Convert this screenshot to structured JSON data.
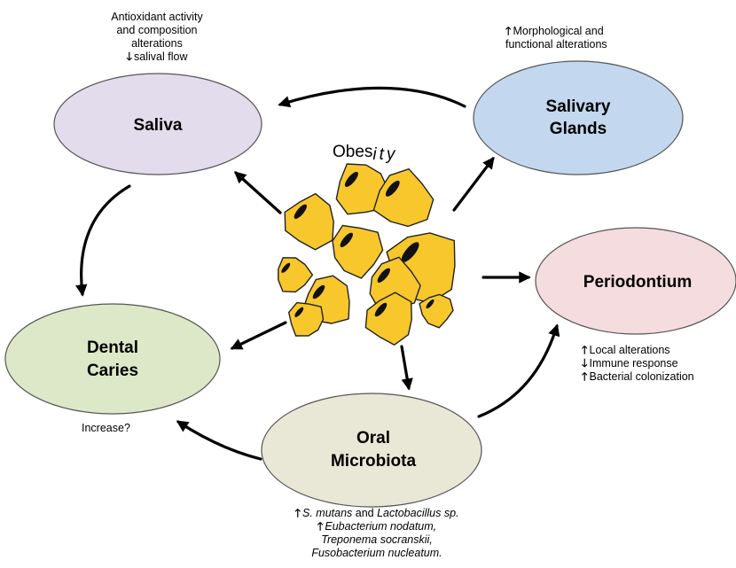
{
  "nodes": {
    "saliva": {
      "label": "Saliva",
      "fill": "#e3dcec"
    },
    "salivary_glands": {
      "label_line1": "Salivary",
      "label_line2": "Glands",
      "fill": "#c3d8ef"
    },
    "periodontium": {
      "label": "Periodontium",
      "fill": "#f4dcdf"
    },
    "dental_caries": {
      "label_line1": "Dental",
      "label_line2": "Caries",
      "fill": "#dde8c8"
    },
    "oral_microbiota": {
      "label_line1": "Oral",
      "label_line2": "Microbiota",
      "fill": "#e9e7d6"
    }
  },
  "center": {
    "title_prefix": "Obes",
    "title_suffix": "ity",
    "cell_fill": "#f7c72c",
    "cell_stroke": "#222222"
  },
  "annotations": {
    "saliva": {
      "line1": "Antioxidant activity",
      "line2": "and composition",
      "line3": "alterations",
      "line4": "salival flow"
    },
    "salivary_glands": {
      "line1": "Morphological and",
      "line2": "functional  alterations"
    },
    "periodontium": {
      "line1": "Local alterations",
      "line2": "Immune response",
      "line3": "Bacterial colonization"
    },
    "dental_caries": {
      "line1": "Increase?"
    },
    "oral_microbiota": {
      "line1_a": "S. mutans",
      "line1_b": " and ",
      "line1_c": "Lactobacillus sp.",
      "line2": "Eubacterium nodatum,",
      "line3": "Treponema socranskii,",
      "line4": "Fusobacterium nucleatum."
    }
  },
  "icons": {
    "up_arrow": "🡑",
    "down_arrow": "🡓"
  }
}
